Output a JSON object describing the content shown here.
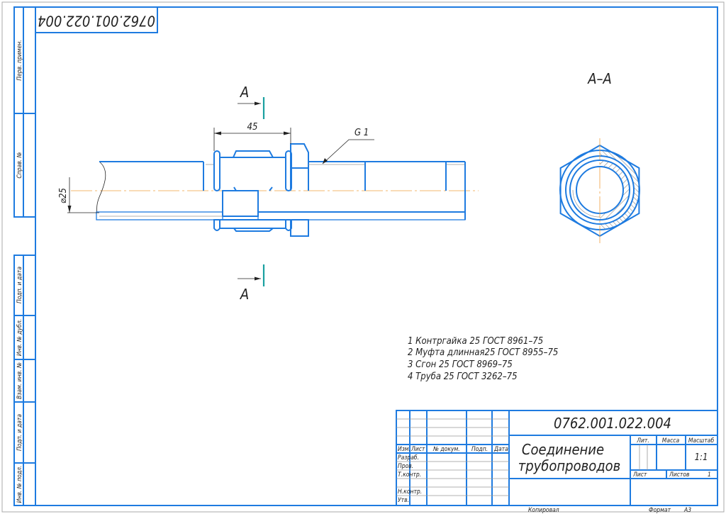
{
  "sheet": {
    "designation": "0762.001.022.004",
    "designation_rotated": "0762.001.022.004",
    "format_label": "Формат",
    "format_value": "А3",
    "copied_label": "Копировал"
  },
  "side_strip": {
    "labels": [
      "Перв. примен.",
      "Справ. №",
      "Подп. и дата",
      "Инв. № дубл.",
      "Взам. инв. №",
      "Подп. и дата",
      "Инв. № подл."
    ]
  },
  "drawing": {
    "section_letter_top": "А",
    "section_letter_bottom": "А",
    "section_title": "А–А",
    "dim_length": "45",
    "dim_diameter": "⌀25",
    "thread_label": "G 1"
  },
  "parts_list": [
    "1 Контргайка 25 ГОСТ 8961–75",
    "2 Муфта длинная25 ГОСТ 8955–75",
    "3 Сгон 25 ГОСТ 8969–75",
    "4  Труба 25 ГОСТ 3262–75"
  ],
  "title_block": {
    "doc_number": "0762.001.022.004",
    "title_line1": "Соединение",
    "title_line2": "трубопроводов",
    "col_headers": [
      "Изм.",
      "Лист",
      "№ докум.",
      "Подп.",
      "Дата"
    ],
    "roles": [
      "Разраб.",
      "Пров.",
      "Т.контр.",
      "Н.контр.",
      "Утв."
    ],
    "lit_label": "Лит.",
    "mass_label": "Масса",
    "scale_label": "Масштаб",
    "scale_value": "1:1",
    "sheet_label": "Лист",
    "sheets_label": "Листов",
    "sheets_value": "1"
  },
  "colors": {
    "frame": "#1e7be0",
    "axis": "#f0a040",
    "section_mark": "#19a0a0"
  }
}
